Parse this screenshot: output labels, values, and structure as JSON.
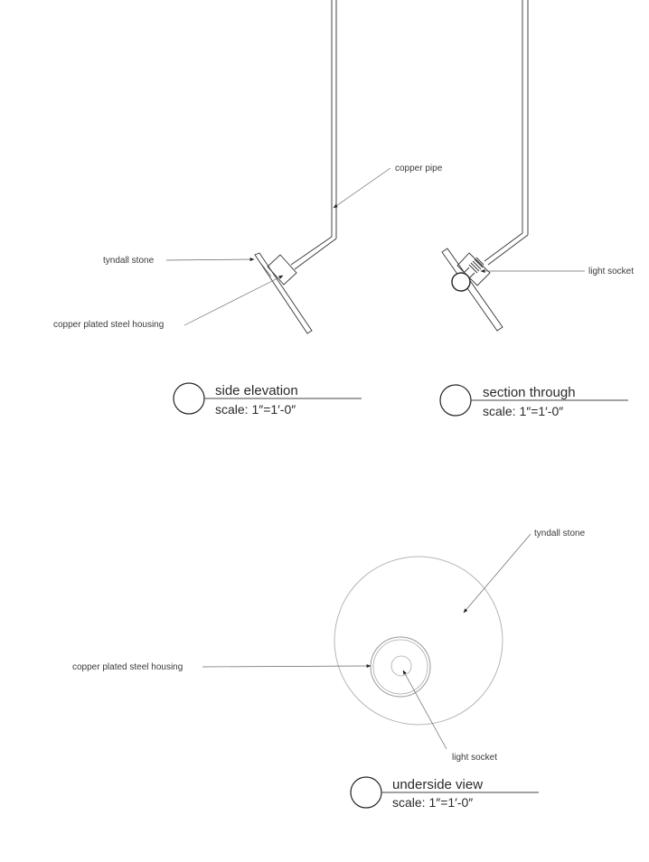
{
  "side_elevation": {
    "labels": {
      "copper_pipe": "copper pipe",
      "tyndall_stone": "tyndall stone",
      "housing": "copper plated steel housing"
    },
    "title": "side elevation",
    "scale": "scale: 1″=1′-0″"
  },
  "section_through": {
    "labels": {
      "light_socket": "light socket"
    },
    "title": "section through",
    "scale": "scale: 1″=1′-0″"
  },
  "underside_view": {
    "labels": {
      "tyndall_stone": "tyndall stone",
      "housing": "copper plated steel housing",
      "light_socket": "light socket"
    },
    "title": "underside view",
    "scale": "scale: 1″=1′-0″"
  },
  "colors": {
    "line": "#333333",
    "faint": "#b5b5b5",
    "text": "#2a2a2a"
  }
}
